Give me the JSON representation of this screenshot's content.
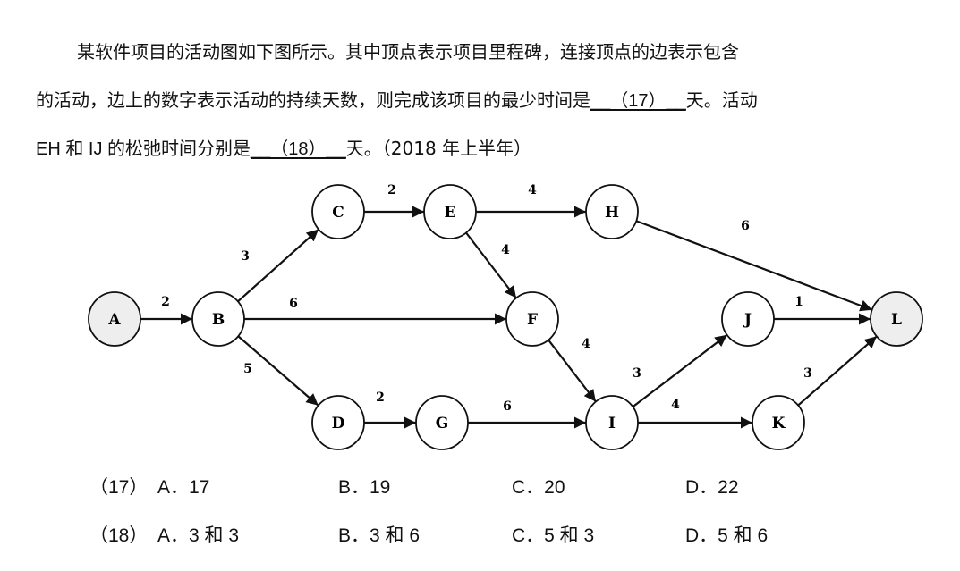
{
  "question": {
    "line1": "某软件项目的活动图如下图所示。其中顶点表示项目里程碑，连接顶点的边表示包含",
    "line2_pre": "的活动，边上的数字表示活动的持续天数，则完成该项目的最少时间是",
    "blank17": "__（17）__",
    "line2_post": "天。活动",
    "line3_pre": "EH 和 IJ 的松弛时间分别是",
    "blank18": "__（18）__",
    "line3_post": "天。（2018 年上半年）"
  },
  "diagram": {
    "nodes": [
      {
        "id": "A",
        "shaded": true
      },
      {
        "id": "B"
      },
      {
        "id": "C"
      },
      {
        "id": "D"
      },
      {
        "id": "E"
      },
      {
        "id": "F"
      },
      {
        "id": "G"
      },
      {
        "id": "H"
      },
      {
        "id": "I"
      },
      {
        "id": "J"
      },
      {
        "id": "K"
      },
      {
        "id": "L",
        "shaded": true
      }
    ],
    "edges": [
      {
        "from": "A",
        "to": "B",
        "days": "2"
      },
      {
        "from": "B",
        "to": "C",
        "days": "3"
      },
      {
        "from": "B",
        "to": "F",
        "days": "6"
      },
      {
        "from": "B",
        "to": "D",
        "days": "5"
      },
      {
        "from": "C",
        "to": "E",
        "days": "2"
      },
      {
        "from": "E",
        "to": "H",
        "days": "4"
      },
      {
        "from": "E",
        "to": "F",
        "days": "4"
      },
      {
        "from": "H",
        "to": "L",
        "days": "6"
      },
      {
        "from": "F",
        "to": "I",
        "days": "4"
      },
      {
        "from": "D",
        "to": "G",
        "days": "2"
      },
      {
        "from": "G",
        "to": "I",
        "days": "6"
      },
      {
        "from": "I",
        "to": "J",
        "days": "3"
      },
      {
        "from": "I",
        "to": "K",
        "days": "4"
      },
      {
        "from": "J",
        "to": "L",
        "days": "1"
      },
      {
        "from": "K",
        "to": "L",
        "days": "3"
      }
    ],
    "colors": {
      "shaded": "#eeeeee",
      "stroke": "#111111"
    }
  },
  "options": {
    "q17": {
      "num": "（17）",
      "A": "A．17",
      "B": "B．19",
      "C": "C．20",
      "D": "D．22"
    },
    "q18": {
      "num": "（18）",
      "A": "A．3 和 3",
      "B": "B．3 和 6",
      "C": "C．5 和 3",
      "D": "D．5 和 6"
    }
  }
}
